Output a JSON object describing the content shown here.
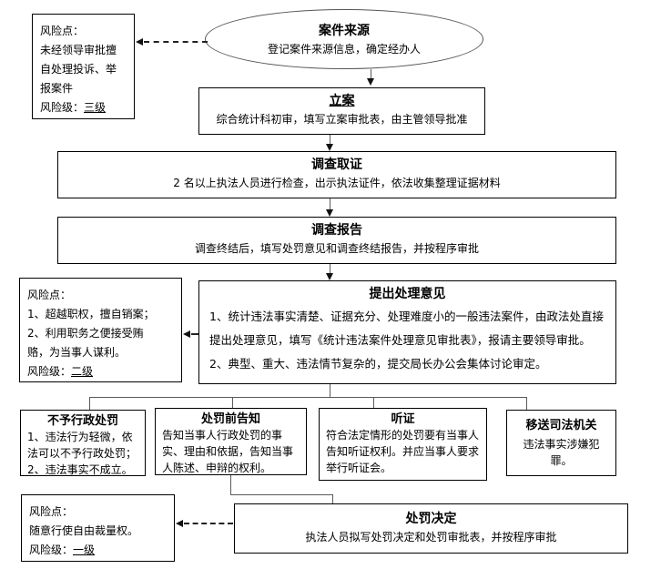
{
  "colors": {
    "background": "#ffffff",
    "box_border": "#000000",
    "connector": "#5a5a5a",
    "text": "#000000"
  },
  "flow": {
    "source": {
      "title": "案件来源",
      "body": "登记案件来源信息，确定经办人"
    },
    "filing": {
      "title": "立案",
      "body": "综合统计科初审，填写立案审批表，由主管领导批准"
    },
    "evidence": {
      "title": "调查取证",
      "body": "2 名以上执法人员进行检查，出示执法证件，依法收集整理证据材料"
    },
    "report": {
      "title": "调查报告",
      "body": "调查终结后，填写处罚意见和调查终结报告，并按程序审批"
    },
    "opinion": {
      "title": "提出处理意见",
      "body_1": "1、统计违法事实清楚、证据充分、处理难度小的一般违法案件，由政法处直接提出处理意见，填写《统计违法案件处理意见审批表》，报请主要领导审批。",
      "body_2": "2、典型、重大、违法情节复杂的，提交局长办公会集体讨论审定。"
    },
    "no_penalty": {
      "title": "不予行政处罚",
      "body": "1、违法行为轻微，依法可以不予行政处罚；\n2、违法事实不成立。"
    },
    "notice": {
      "title": "处罚前告知",
      "body": "告知当事人行政处罚的事实、理由和依据，告知当事人陈述、申辩的权利。"
    },
    "hearing": {
      "title": "听证",
      "body": "符合法定情形的处罚要有当事人告知听证权利。并应当事人要求举行听证会。"
    },
    "transfer": {
      "title": "移送司法机关",
      "body": "违法事实涉嫌犯罪。"
    },
    "decision": {
      "title": "处罚决定",
      "body": "执法人员拟写处罚决定和处罚审批表，并按程序审批"
    }
  },
  "risks": {
    "level3": {
      "point_label": "风险点：",
      "body": "未经领导审批擅\n自处理投诉、举\n报案件",
      "level_label": "风险级：",
      "level_value": "三级"
    },
    "level2": {
      "point_label": "风险点：",
      "body": "1、超越职权，擅自销案；\n2、利用职务之便接受贿\n赂，为当事人谋利。",
      "level_label": "风险级：",
      "level_value": "二级"
    },
    "level1": {
      "point_label": "风险点：",
      "body": "随意行使自由裁量权。",
      "level_label": "风险级：",
      "level_value": "一级"
    }
  }
}
